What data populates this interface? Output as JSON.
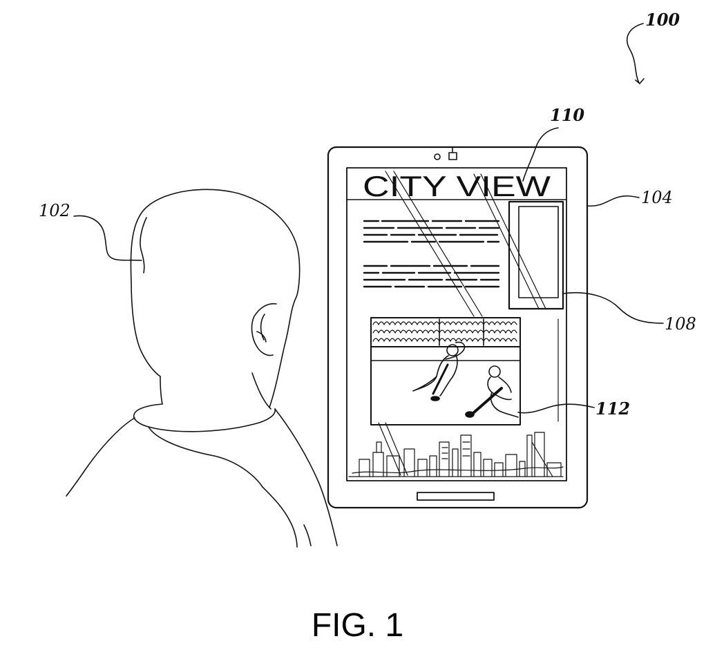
{
  "figure": {
    "caption": "FIG. 1",
    "screen_headline": "CITY VIEW",
    "reference_numerals": {
      "system": "100",
      "user": "102",
      "tablet_device": "104",
      "highlighted_ad_region": "108",
      "headline_region": "110",
      "video_region": "112"
    }
  },
  "colors": {
    "line": "#111111",
    "background": "#ffffff"
  }
}
